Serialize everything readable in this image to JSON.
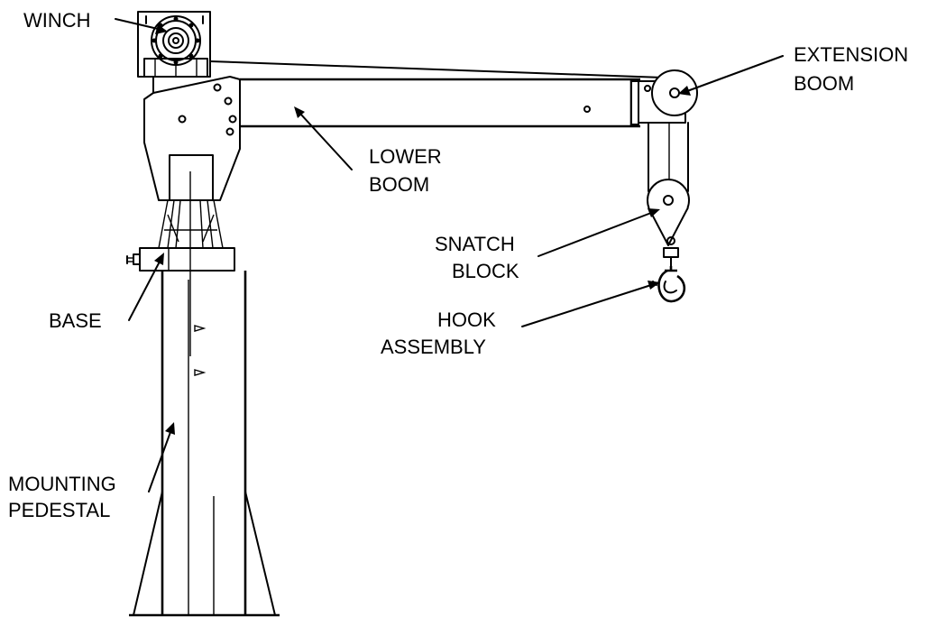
{
  "labels": {
    "winch": "WINCH",
    "extension_boom_1": "EXTENSION",
    "extension_boom_2": "BOOM",
    "lower_boom_1": "LOWER",
    "lower_boom_2": "BOOM",
    "snatch_block_1": "SNATCH",
    "snatch_block_2": "BLOCK",
    "base": "BASE",
    "hook_assembly_1": "HOOK",
    "hook_assembly_2": "ASSEMBLY",
    "mounting_pedestal_1": "MOUNTING",
    "mounting_pedestal_2": "PEDESTAL"
  }
}
